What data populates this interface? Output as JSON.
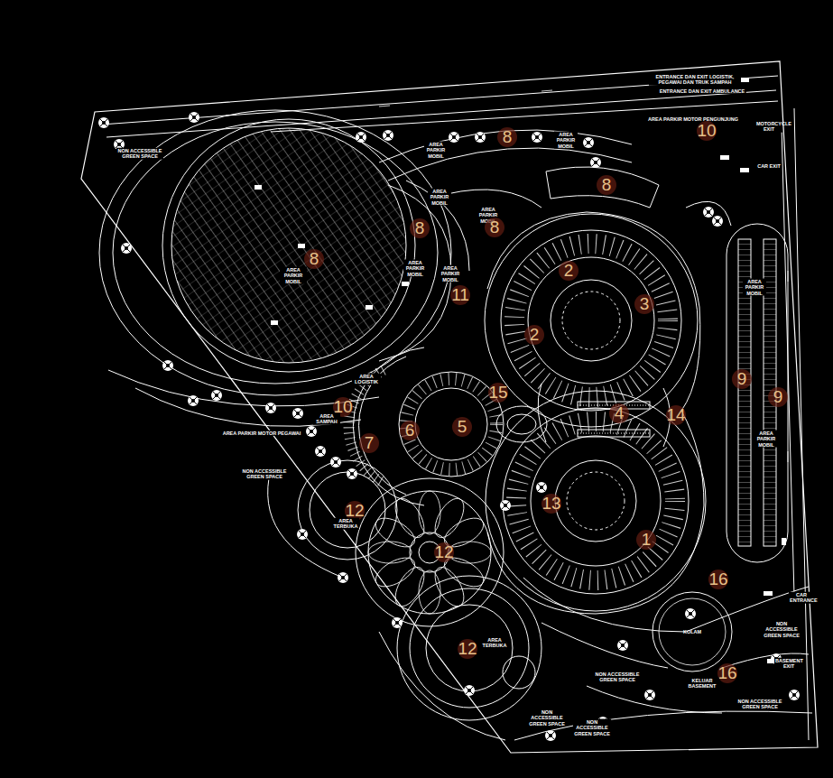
{
  "diagram": {
    "nodes": [
      {
        "text": [
          "KOLAM"
        ]
      }
    ],
    "labels": [
      "ENTRANCE DAN EXIT LOGISTIK, PEGAWAI DAN TRUK SAMPAH",
      "ENTRANCE DAN EXIT AMBULANCE",
      "AREA PARKIR MOTOR PENGUNJUNG",
      "10",
      "MOTORCYCLE EXIT",
      "CAR EXIT",
      "NON ACCESSIBLE GREEN SPACE",
      "8",
      "AREA PARKIR MOBIL",
      "AREA PARKIR MOBIL",
      "8",
      "AREA PARKIR MOBIL",
      "8",
      "AREA PARKIR MOBIL",
      "8",
      "8",
      "AREA PARKIR MOBIL",
      "AREA PARKIR MOBIL",
      "AREA PARKIR MOBIL",
      "11",
      "2",
      "3",
      "2",
      "AREA PARKIR MOBIL",
      "9",
      "9",
      "4",
      "14",
      "AREA PARKIR MOBIL",
      "15",
      "AREA LOGISTIK",
      "10",
      "AREA SAMPAH",
      "5",
      "6",
      "AREA PARKIR MOTOR PEGAWAI",
      "7",
      "NON ACCESSIBLE GREEN SPACE",
      "12",
      "AREA TERBUKA",
      "13",
      "12",
      "1",
      "16",
      "CAR ENTRANCE",
      "NON ACCESSIBLE GREEN SPACE",
      "12",
      "AREA TERBUKA",
      "BASEMENT EXIT",
      "16",
      "KELUAR BASEMENT",
      "NON ACCESSIBLE GREEN SPACE",
      "NON ACCESSIBLE GREEN SPACE",
      "NON ACCESSIBLE GREEN SPACE",
      "NON ACCESSIBLE GREEN SPACE"
    ]
  }
}
